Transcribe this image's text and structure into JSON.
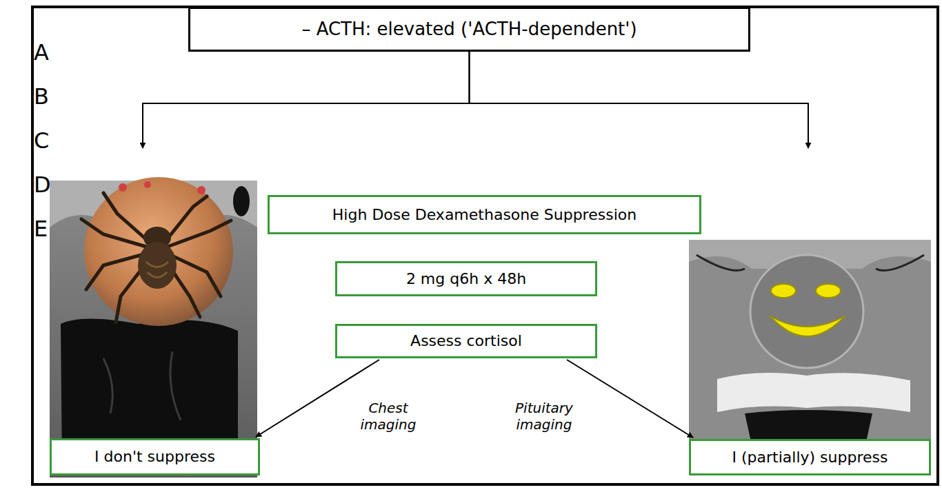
{
  "diagram": {
    "nodes": [
      {
        "text": [
          "– ACTH: elevated ('ACTH-dependent')"
        ]
      },
      {
        "text": [
          "High Dose Dexamethasone Suppression"
        ]
      },
      {
        "text": [
          "2 mg q6h x 48h"
        ]
      },
      {
        "text": [
          "Assess cortisol"
        ]
      },
      {
        "text": [
          "I don't suppress"
        ]
      },
      {
        "text": [
          "I (partially) suppress"
        ]
      }
    ],
    "edges": [
      {
        "from": 0,
        "to": 4,
        "arrow": "to"
      },
      {
        "from": 0,
        "to": 5,
        "arrow": "to"
      },
      {
        "from": 3,
        "to": 4,
        "label": "Chest imaging",
        "arrow": "to"
      },
      {
        "from": 3,
        "to": 5,
        "label": "Pituitary imaging",
        "arrow": "to"
      }
    ],
    "labels": [
      "A",
      "B",
      "C",
      "D",
      "E"
    ]
  }
}
